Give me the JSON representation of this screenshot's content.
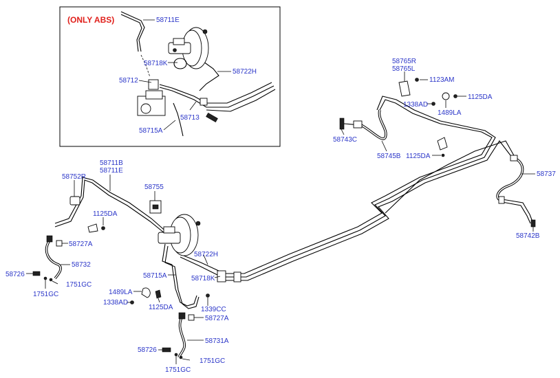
{
  "inset": {
    "note": "(ONLY ABS)",
    "labels": [
      "58711E",
      "58718K",
      "58722H",
      "58712",
      "58713",
      "58715A"
    ]
  },
  "main_labels": [
    "58765R",
    "58765L",
    "1123AM",
    "1125DA",
    "1338AD",
    "1489LA",
    "58743C",
    "58745B",
    "1125DA",
    "58737",
    "58711B",
    "58711E",
    "58752R",
    "58755",
    "1125DA",
    "58727A",
    "58732",
    "58726",
    "1751GC",
    "1751GC",
    "58722H",
    "58715A",
    "58718K",
    "1489LA",
    "1338AD",
    "1125DA",
    "1339CC",
    "58727A",
    "58731A",
    "58726",
    "1751GC",
    "1751GC",
    "58742B"
  ]
}
